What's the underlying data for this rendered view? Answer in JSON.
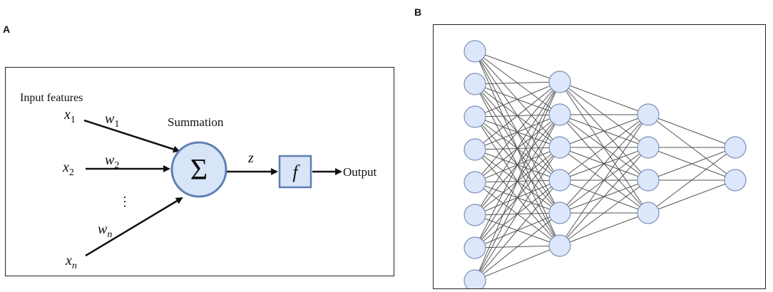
{
  "panel_a": {
    "letter": "A",
    "input_label": "Input features",
    "summation_label": "Summation",
    "sum_symbol": "Σ",
    "activation_symbol": "f",
    "z_label": "z",
    "output_label": "Output",
    "ellipsis": "⋮",
    "inputs": [
      {
        "x_base": "x",
        "x_sub": "1",
        "w_base": "w",
        "w_sub": "1"
      },
      {
        "x_base": "x",
        "x_sub": "2",
        "w_base": "w",
        "w_sub": "2"
      },
      {
        "x_base": "x",
        "x_sub": "n",
        "w_base": "w",
        "w_sub": "n"
      }
    ]
  },
  "panel_b": {
    "letter": "B",
    "layers": [
      8,
      6,
      4,
      2
    ]
  },
  "colors": {
    "node_fill": "#dce7fb",
    "node_stroke": "#7d8fb5",
    "sum_fill": "#d8e5f8",
    "sum_stroke": "#5f7fb3",
    "edge": "#555555",
    "arrow": "#111111"
  }
}
